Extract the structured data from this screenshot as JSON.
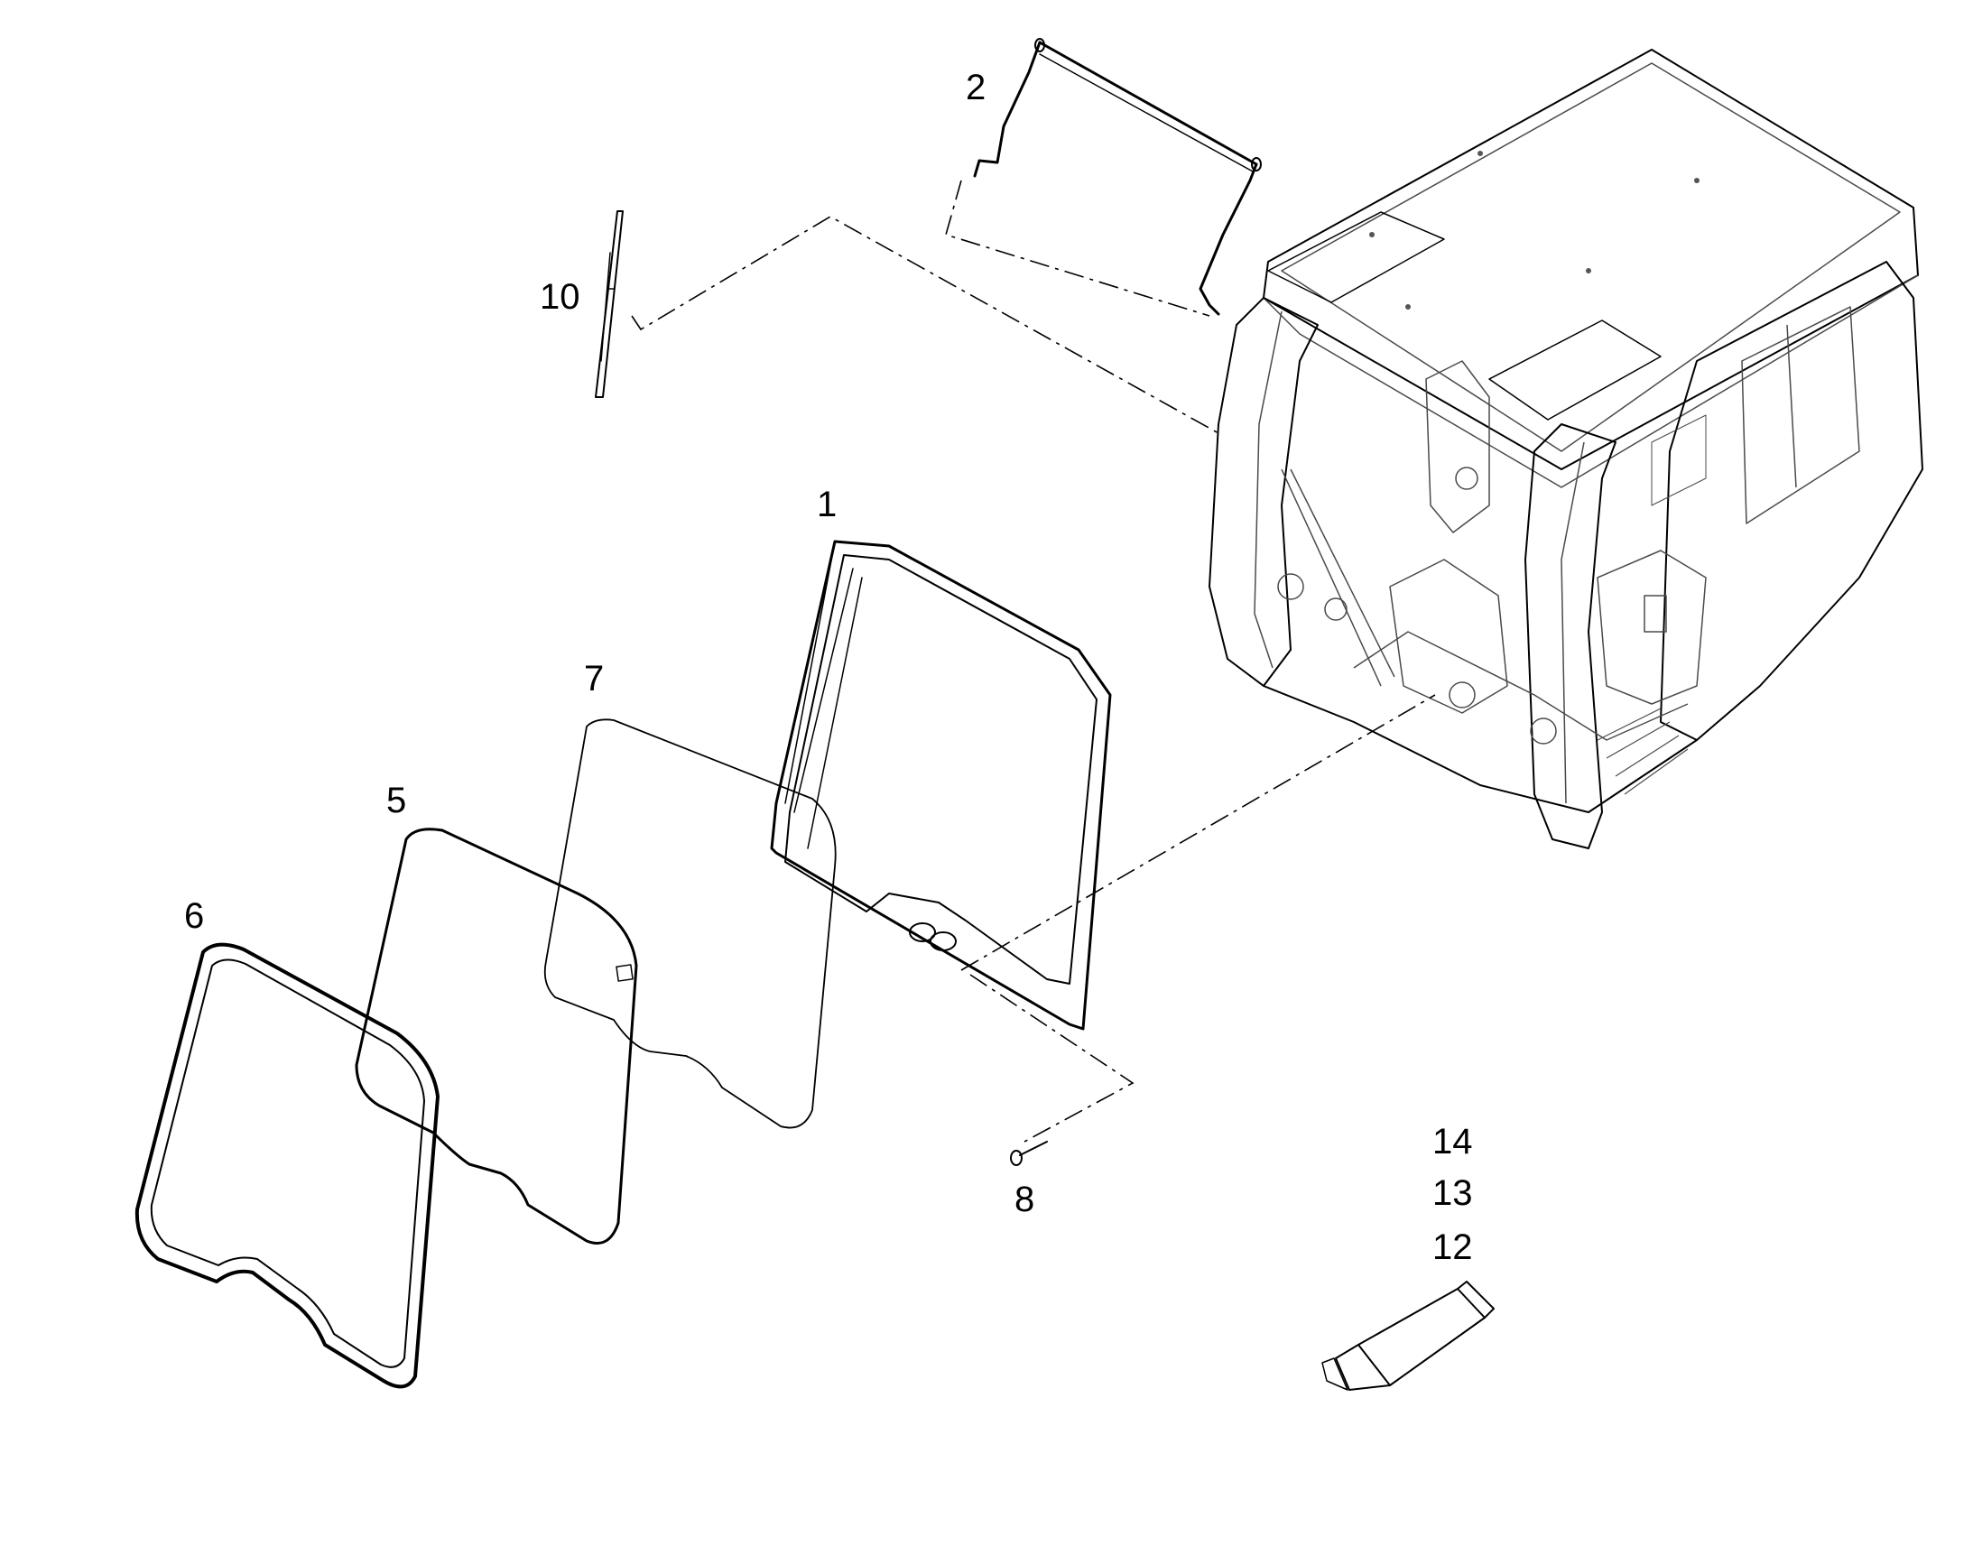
{
  "diagram": {
    "callouts": {
      "c1": "1",
      "c2": "2",
      "c5": "5",
      "c6": "6",
      "c7": "7",
      "c8": "8",
      "c10": "10",
      "c12": "12",
      "c13": "13",
      "c14": "14"
    },
    "colors": {
      "line": "#000000",
      "background": "#ffffff",
      "cab_shading": "#bfbfbf"
    }
  }
}
